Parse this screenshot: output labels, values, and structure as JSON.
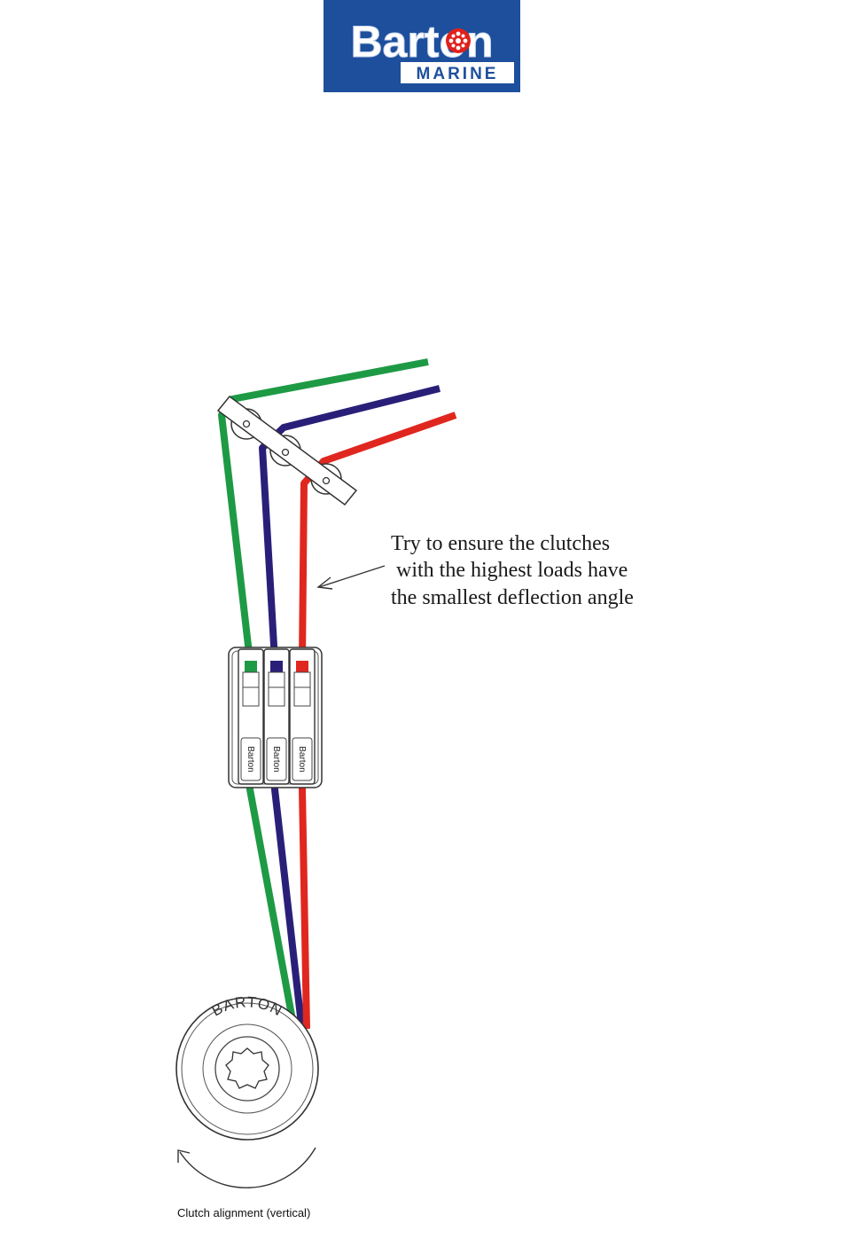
{
  "logo": {
    "brand": "Barton",
    "sub": "MARINE",
    "bg_color": "#1d4f9c",
    "text_color": "#ffffff",
    "accent_color": "#e0201c"
  },
  "diagram": {
    "note_lines": [
      "Try to ensure the clutches",
      " with the highest loads have",
      "the smallest deflection angle"
    ],
    "clutch_labels": [
      "Barton",
      "Barton",
      "Barton"
    ],
    "winch_label": "BARTON",
    "caption": "Clutch alignment (vertical)",
    "line_colors": {
      "green": "#1e9a45",
      "blue": "#2a1f78",
      "red": "#e0271f"
    }
  }
}
